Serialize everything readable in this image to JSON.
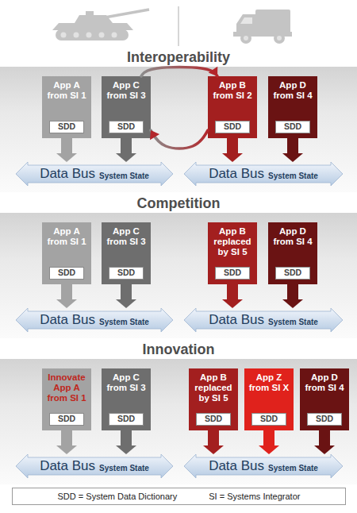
{
  "diagram": {
    "nodes": [
      {
        "text": [
          "Interoperability"
        ]
      },
      {
        "text": [
          "App A from SI 1"
        ],
        "in": 0
      },
      {
        "text": [
          "SDD"
        ],
        "in": 1
      },
      {
        "text": [
          "App C from SI 3"
        ],
        "in": 0
      },
      {
        "text": [
          "SDD"
        ],
        "in": 3
      },
      {
        "text": [
          "App B from SI 2"
        ],
        "in": 0
      },
      {
        "text": [
          "SDD"
        ],
        "in": 5
      },
      {
        "text": [
          "App D from SI 4"
        ],
        "in": 0
      },
      {
        "text": [
          "SDD"
        ],
        "in": 7
      },
      {
        "text": [
          "Data Bus",
          "System State"
        ],
        "in": 0
      },
      {
        "text": [
          "Data Bus",
          "System State"
        ],
        "in": 0
      },
      {
        "text": [
          "Competition"
        ]
      },
      {
        "text": [
          "App A from SI 1"
        ],
        "in": 11
      },
      {
        "text": [
          "SDD"
        ],
        "in": 12
      },
      {
        "text": [
          "App C from SI 3"
        ],
        "in": 11
      },
      {
        "text": [
          "SDD"
        ],
        "in": 14
      },
      {
        "text": [
          "App B replaced by SI 5"
        ],
        "in": 11
      },
      {
        "text": [
          "SDD"
        ],
        "in": 16
      },
      {
        "text": [
          "App D from SI 4"
        ],
        "in": 11
      },
      {
        "text": [
          "SDD"
        ],
        "in": 18
      },
      {
        "text": [
          "Data Bus",
          "System State"
        ],
        "in": 11
      },
      {
        "text": [
          "Data Bus",
          "System State"
        ],
        "in": 11
      },
      {
        "text": [
          "Innovation"
        ]
      },
      {
        "text": [
          "Innovate App A from SI 1"
        ],
        "in": 22
      },
      {
        "text": [
          "SDD"
        ],
        "in": 23
      },
      {
        "text": [
          "App C from SI 3"
        ],
        "in": 22
      },
      {
        "text": [
          "SDD"
        ],
        "in": 25
      },
      {
        "text": [
          "App B replaced by SI 5"
        ],
        "in": 22
      },
      {
        "text": [
          "SDD"
        ],
        "in": 27
      },
      {
        "text": [
          "App Z from SI X"
        ],
        "in": 22
      },
      {
        "text": [
          "SDD"
        ],
        "in": 29
      },
      {
        "text": [
          "App D from SI 4"
        ],
        "in": 22
      },
      {
        "text": [
          "SDD"
        ],
        "in": 31
      },
      {
        "text": [
          "Data Bus",
          "System State"
        ],
        "in": 22
      },
      {
        "text": [
          "Data Bus",
          "System State"
        ],
        "in": 22
      },
      {
        "text": [
          "SDD = System Data Dictionary",
          "SI = Systems Integrator"
        ]
      }
    ],
    "edges": [
      {
        "from": 3,
        "to": 5,
        "arrow": "to"
      },
      {
        "from": 5,
        "to": 3,
        "arrow": "to"
      },
      {
        "from": 1,
        "to": 9,
        "arrow": "to"
      },
      {
        "from": 3,
        "to": 9,
        "arrow": "to"
      },
      {
        "from": 5,
        "to": 10,
        "arrow": "to"
      },
      {
        "from": 7,
        "to": 10,
        "arrow": "to"
      },
      {
        "from": 12,
        "to": 20,
        "arrow": "to"
      },
      {
        "from": 14,
        "to": 20,
        "arrow": "to"
      },
      {
        "from": 16,
        "to": 21,
        "arrow": "to"
      },
      {
        "from": 18,
        "to": 21,
        "arrow": "to"
      },
      {
        "from": 23,
        "to": 33,
        "arrow": "to"
      },
      {
        "from": 25,
        "to": 33,
        "arrow": "to"
      },
      {
        "from": 27,
        "to": 34,
        "arrow": "to"
      },
      {
        "from": 29,
        "to": 34,
        "arrow": "to"
      },
      {
        "from": 31,
        "to": 34,
        "arrow": "to"
      }
    ]
  }
}
